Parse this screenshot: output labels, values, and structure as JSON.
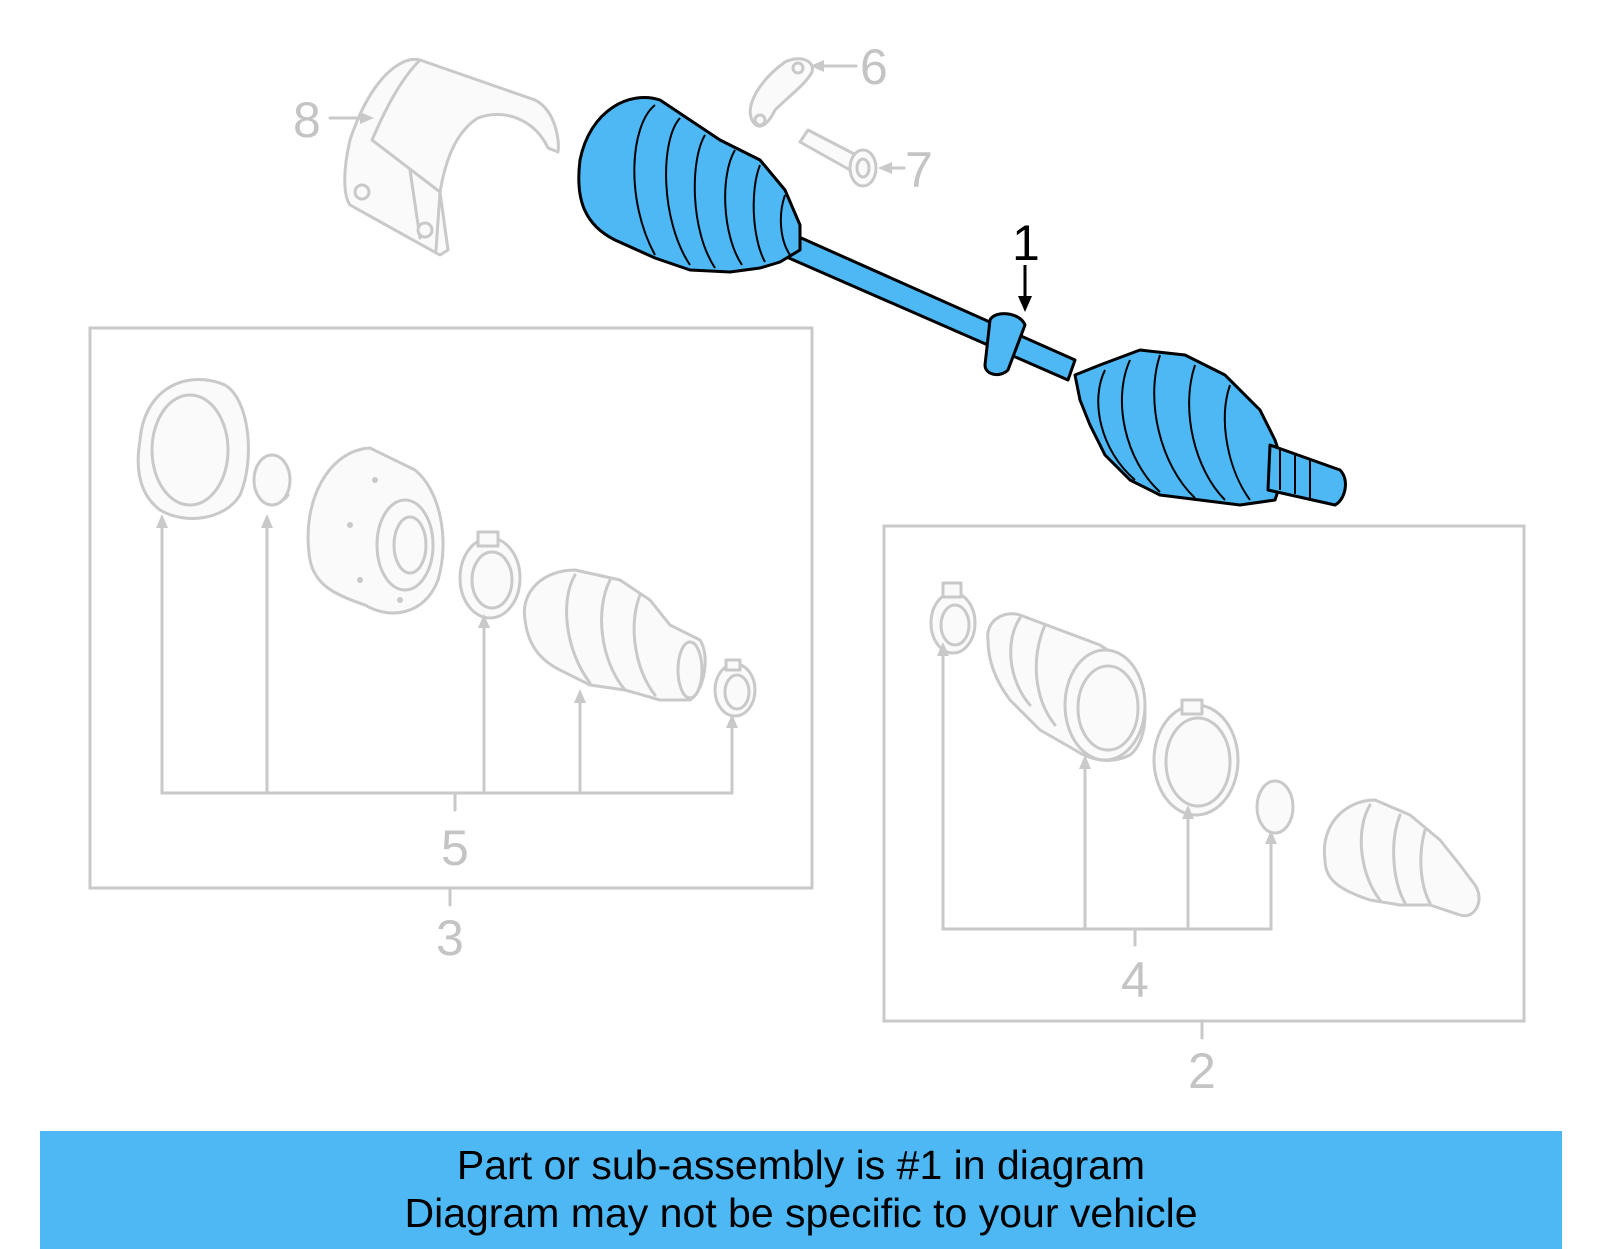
{
  "callouts": {
    "c1": "1",
    "c2": "2",
    "c3": "3",
    "c4": "4",
    "c5": "5",
    "c6": "6",
    "c7": "7",
    "c8": "8"
  },
  "banner": {
    "line1": "Part or sub-assembly is #1 in diagram",
    "line2": "Diagram may not be specific to your vehicle"
  },
  "colors": {
    "highlight": "#4db8f4",
    "ghost": "#c9c9c9"
  }
}
